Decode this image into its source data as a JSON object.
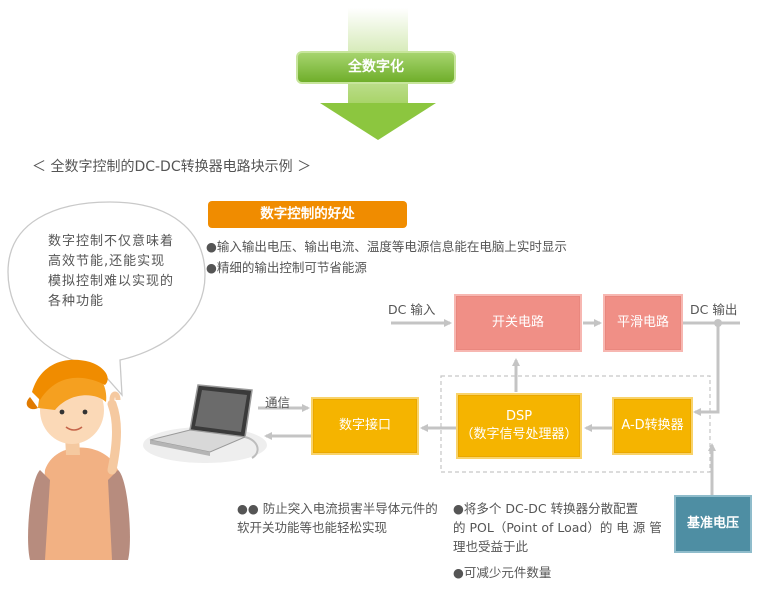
{
  "banner": {
    "label": "全数字化"
  },
  "diagram_title": "＜ 全数字控制的DC-DC转换器电路块示例 ＞",
  "benefits": {
    "heading": "数字控制的好处",
    "items": [
      "●输入输出电压、输出电流、温度等电源信息能在电脑上实时显示",
      "●精细的输出控制可节省能源"
    ]
  },
  "speech_bubble": "数字控制不仅意味着高效节能,还能实现模拟控制难以实现的各种功能",
  "blocks": {
    "switch_circuit": "开关电路",
    "smoothing_circuit": "平滑电路",
    "dsp_line1": "DSP",
    "dsp_line2": "（数字信号处理器）",
    "adc": "A-D转换器",
    "digital_interface": "数字接口",
    "reference_voltage": "基准电压"
  },
  "labels": {
    "dc_input": "DC 输入",
    "dc_output": "DC 输出",
    "communication": "通信"
  },
  "notes": {
    "protection": "●● 防止突入电流损害半导体元件的软开关功能等也能轻松实现",
    "pol_line1": "●将多个 DC-DC 转换器分散配置",
    "pol_line2": "的 POL（Point of Load）的 电 源 管",
    "pol_line3": "理也受益于此",
    "fewer_parts": "●可减少元件数量"
  },
  "colors": {
    "green_banner": "#8cc63f",
    "orange_heading": "#f08c00",
    "pink_block": "#f08f86",
    "yellow_block": "#f5b400",
    "teal_block": "#4e8ea3",
    "arrow_gray": "#c8c8c8"
  }
}
